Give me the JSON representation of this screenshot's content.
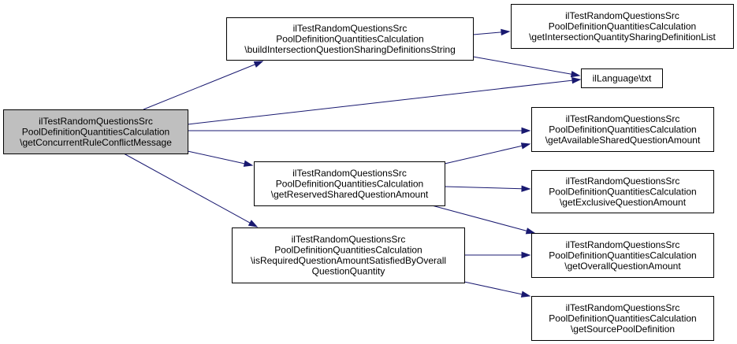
{
  "colors": {
    "edge": "#191970",
    "root_fill": "#bfbfbf",
    "node_fill": "#ffffff",
    "border": "#000000"
  },
  "nodes": [
    {
      "id": "getConcurrentRuleConflictMessage",
      "root": true,
      "lines": [
        "ilTestRandomQuestionsSrc",
        "PoolDefinitionQuantitiesCalculation",
        "\\getConcurrentRuleConflictMessage"
      ]
    },
    {
      "id": "buildIntersectionQuestionSharingDefinitionsString",
      "lines": [
        "ilTestRandomQuestionsSrc",
        "PoolDefinitionQuantitiesCalculation",
        "\\buildIntersectionQuestionSharingDefinitionsString"
      ]
    },
    {
      "id": "getIntersectionQuantitySharingDefinitionList",
      "lines": [
        "ilTestRandomQuestionsSrc",
        "PoolDefinitionQuantitiesCalculation",
        "\\getIntersectionQuantitySharingDefinitionList"
      ]
    },
    {
      "id": "txt",
      "lines": [
        "ilLanguage\\txt"
      ]
    },
    {
      "id": "getAvailableSharedQuestionAmount",
      "lines": [
        "ilTestRandomQuestionsSrc",
        "PoolDefinitionQuantitiesCalculation",
        "\\getAvailableSharedQuestionAmount"
      ]
    },
    {
      "id": "getReservedSharedQuestionAmount",
      "lines": [
        "ilTestRandomQuestionsSrc",
        "PoolDefinitionQuantitiesCalculation",
        "\\getReservedSharedQuestionAmount"
      ]
    },
    {
      "id": "getExclusiveQuestionAmount",
      "lines": [
        "ilTestRandomQuestionsSrc",
        "PoolDefinitionQuantitiesCalculation",
        "\\getExclusiveQuestionAmount"
      ]
    },
    {
      "id": "isRequiredQuestionAmountSatisfiedByOverallQuestionQuantity",
      "lines": [
        "ilTestRandomQuestionsSrc",
        "PoolDefinitionQuantitiesCalculation",
        "\\isRequiredQuestionAmountSatisfiedByOverall",
        "QuestionQuantity"
      ]
    },
    {
      "id": "getOverallQuestionAmount",
      "lines": [
        "ilTestRandomQuestionsSrc",
        "PoolDefinitionQuantitiesCalculation",
        "\\getOverallQuestionAmount"
      ]
    },
    {
      "id": "getSourcePoolDefinition",
      "lines": [
        "ilTestRandomQuestionsSrc",
        "PoolDefinitionQuantitiesCalculation",
        "\\getSourcePoolDefinition"
      ]
    }
  ],
  "edges": [
    {
      "from": "getConcurrentRuleConflictMessage",
      "to": "buildIntersectionQuestionSharingDefinitionsString"
    },
    {
      "from": "getConcurrentRuleConflictMessage",
      "to": "txt"
    },
    {
      "from": "getConcurrentRuleConflictMessage",
      "to": "getAvailableSharedQuestionAmount"
    },
    {
      "from": "getConcurrentRuleConflictMessage",
      "to": "getReservedSharedQuestionAmount"
    },
    {
      "from": "getConcurrentRuleConflictMessage",
      "to": "isRequiredQuestionAmountSatisfiedByOverallQuestionQuantity"
    },
    {
      "from": "buildIntersectionQuestionSharingDefinitionsString",
      "to": "getIntersectionQuantitySharingDefinitionList"
    },
    {
      "from": "buildIntersectionQuestionSharingDefinitionsString",
      "to": "txt"
    },
    {
      "from": "getReservedSharedQuestionAmount",
      "to": "getAvailableSharedQuestionAmount"
    },
    {
      "from": "getReservedSharedQuestionAmount",
      "to": "getExclusiveQuestionAmount"
    },
    {
      "from": "getReservedSharedQuestionAmount",
      "to": "getOverallQuestionAmount"
    },
    {
      "from": "isRequiredQuestionAmountSatisfiedByOverallQuestionQuantity",
      "to": "getOverallQuestionAmount"
    },
    {
      "from": "isRequiredQuestionAmountSatisfiedByOverallQuestionQuantity",
      "to": "getSourcePoolDefinition"
    }
  ]
}
